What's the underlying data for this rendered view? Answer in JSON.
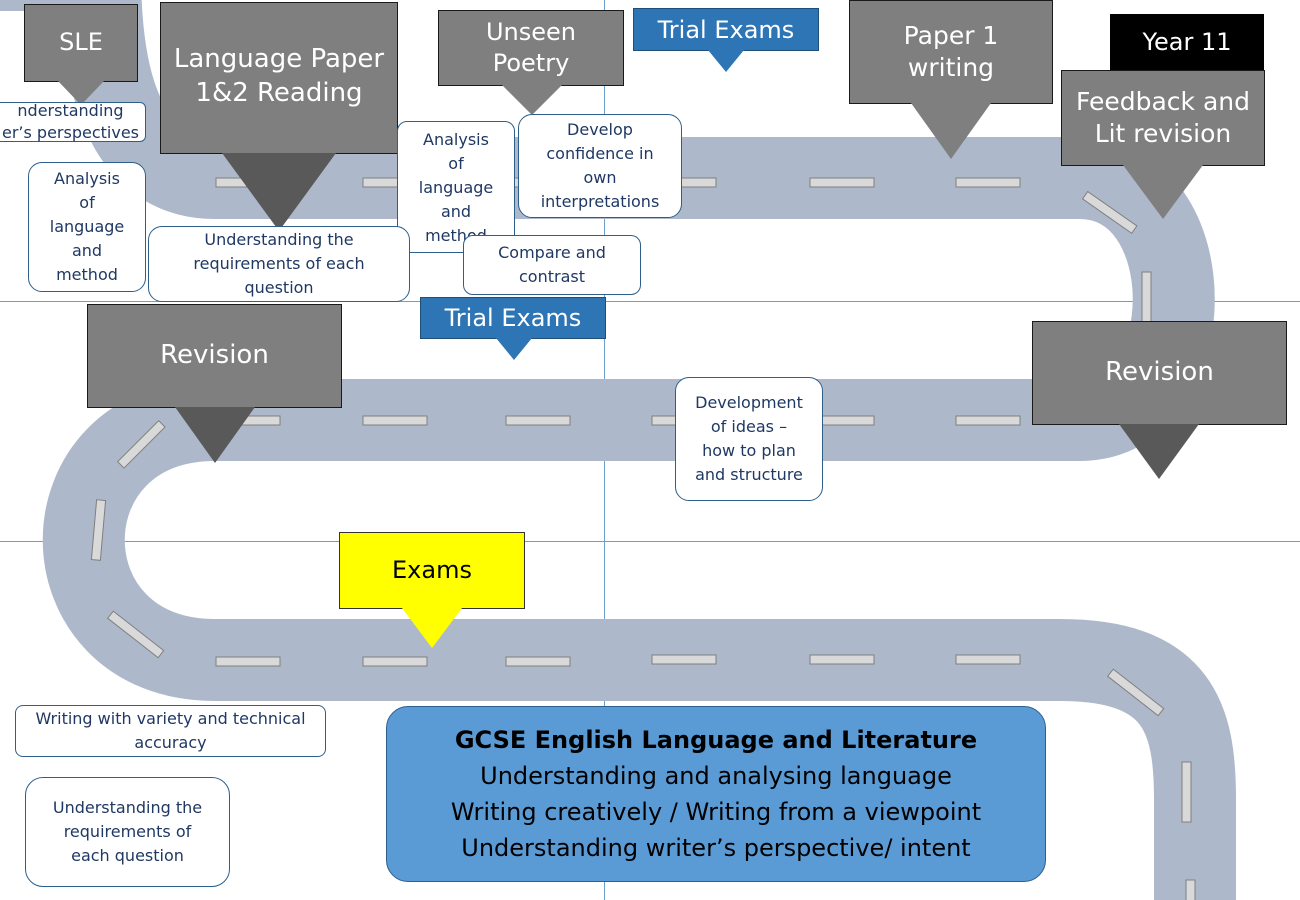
{
  "colors": {
    "road": "#adb9ca",
    "dash": "#d9d9d9",
    "box": "#7f7f7f",
    "year_box": "#000000",
    "trial": "#2e75b6",
    "exams": "#ffff00",
    "summary": "#5b9bd5",
    "note_text": "#1f3864"
  },
  "milestones": {
    "sle": "SLE",
    "lang_reading": "Language Paper\n1&2 Reading",
    "unseen_poetry": "Unseen\nPoetry",
    "paper1_writing": "Paper 1\nwriting",
    "feedback": "Feedback and\nLit revision",
    "revision_left": "Revision",
    "revision_right": "Revision"
  },
  "year_label": "Year 11",
  "trial_exams": [
    "Trial Exams",
    "Trial Exams"
  ],
  "exams_label": "Exams",
  "notes": {
    "understanding_perspectives": "nderstanding\ner’s perspectives",
    "analysis_left": "Analysis\nof\nlanguage\nand\nmethod",
    "requirements_top": "Understanding the\nrequirements of each\nquestion",
    "analysis_mid": "Analysis\nof\nlanguage\nand\nmethod",
    "confidence": "Develop\nconfidence in\nown\ninterpretations",
    "compare": "Compare and\ncontrast",
    "development": "Development\nof ideas –\nhow to plan\nand structure",
    "writing_variety": "Writing with variety and technical\naccuracy",
    "requirements_bottom": "Understanding the\nrequirements of\neach question"
  },
  "summary": {
    "title": "GCSE English Language and Literature",
    "lines": [
      "Understanding and analysing language",
      "Writing creatively / Writing from a viewpoint",
      "Understanding writer’s perspective/ intent"
    ]
  }
}
